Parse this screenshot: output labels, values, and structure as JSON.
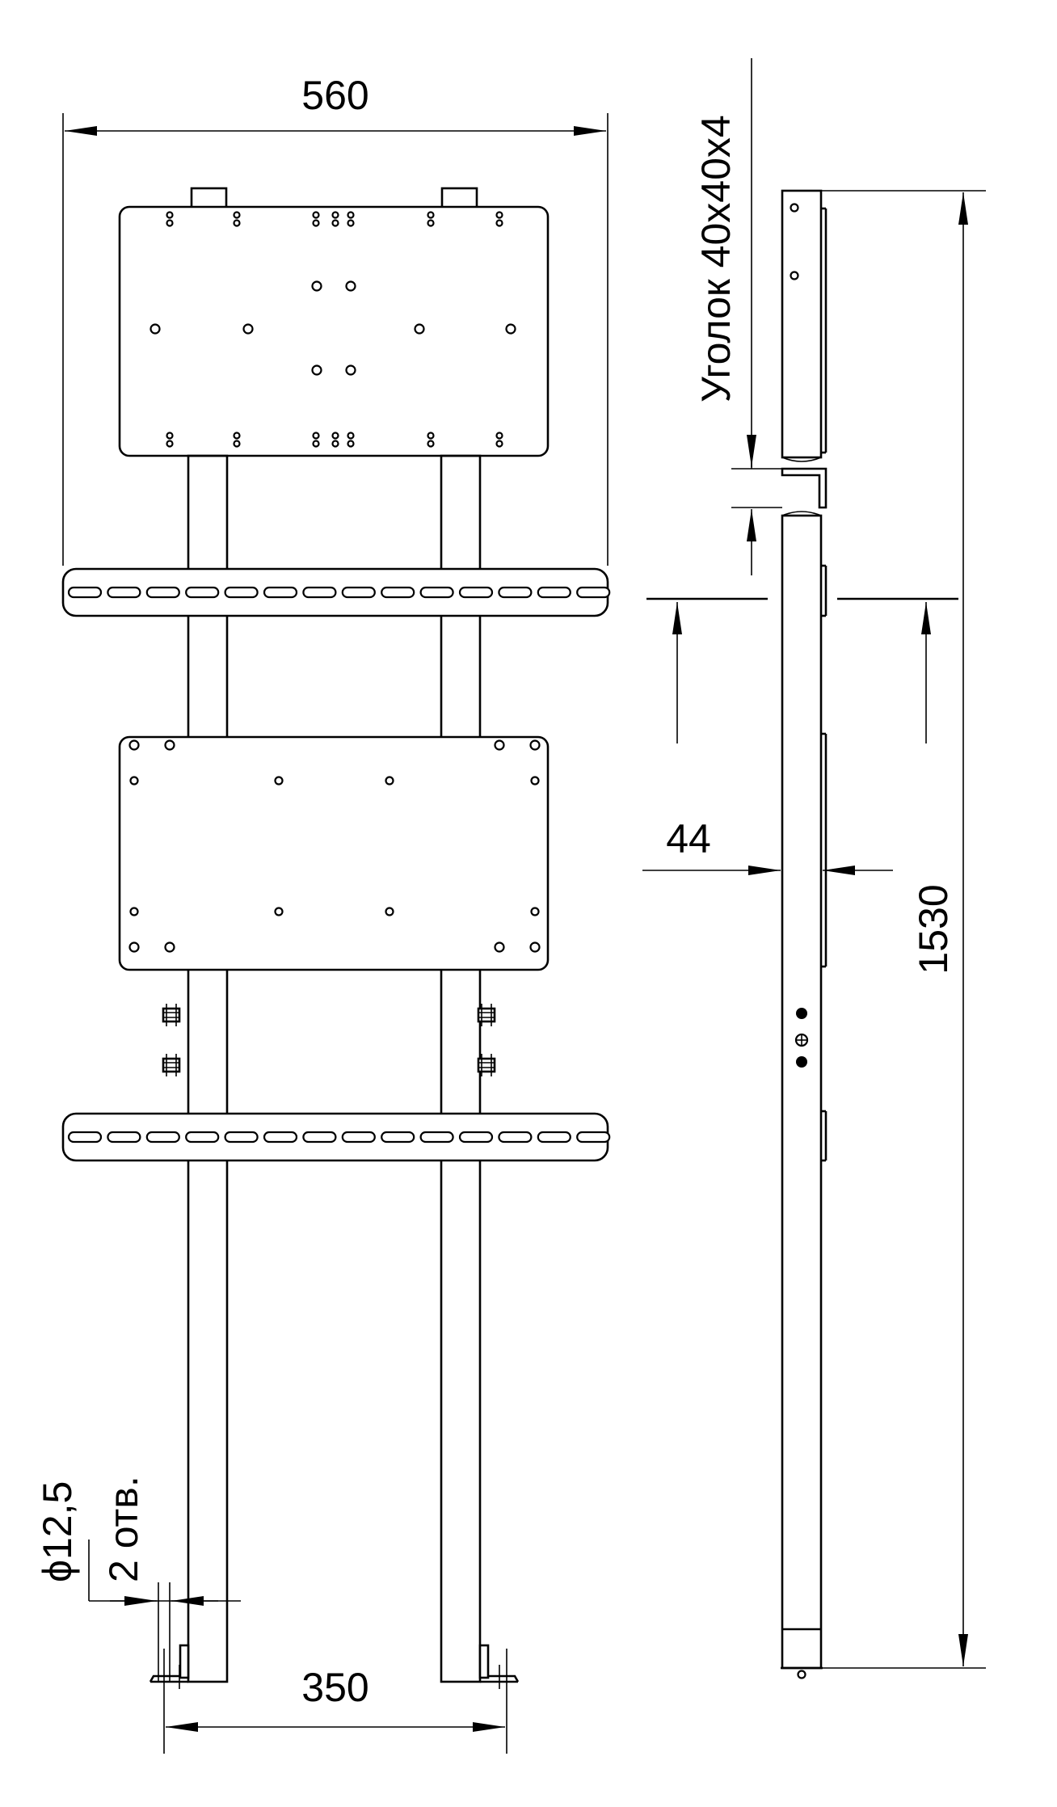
{
  "dimensions": {
    "overall_width": "560",
    "base_spacing": "350",
    "overall_height": "1530",
    "profile_depth": "44"
  },
  "labels": {
    "angle_profile": "Уголок 40x40x4",
    "hole_diameter": "ϕ12,5",
    "hole_count": "2 отв."
  }
}
